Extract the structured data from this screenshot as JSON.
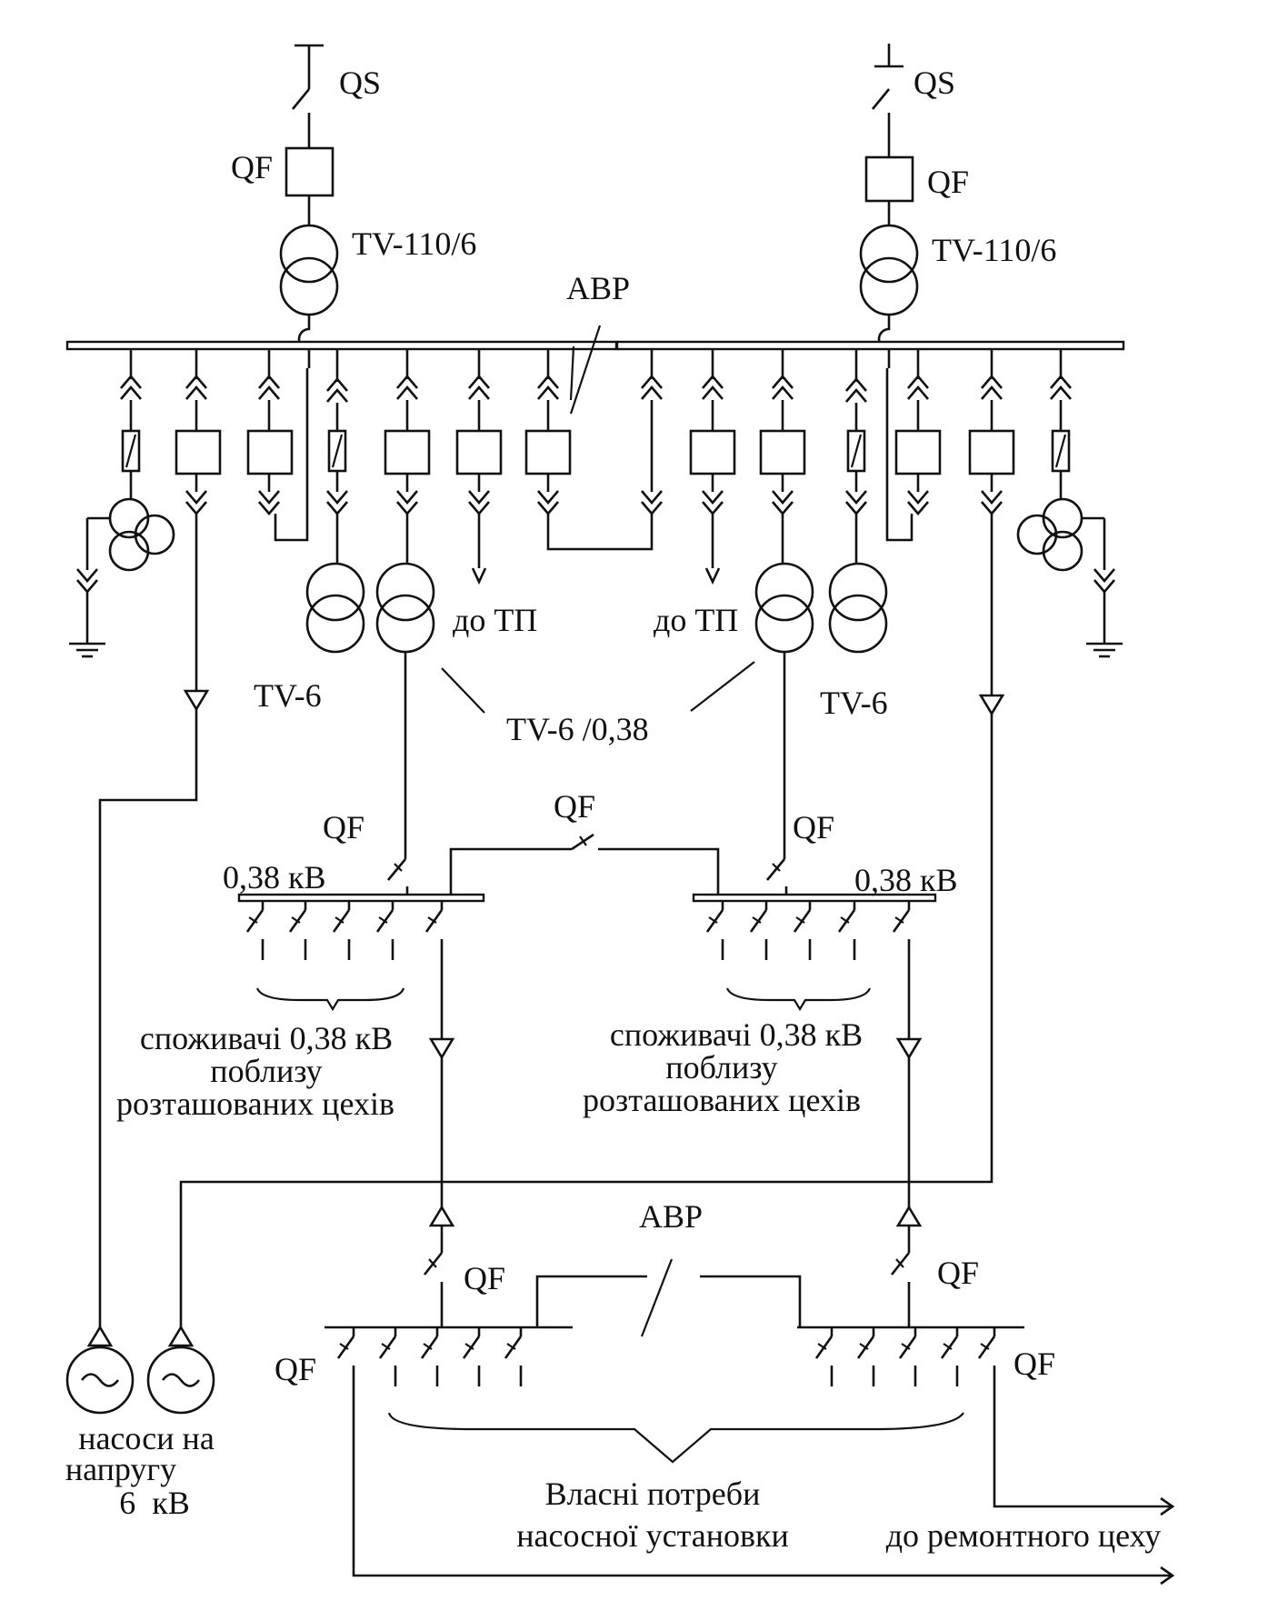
{
  "labels": {
    "qs_left": "QS",
    "qs_right": "QS",
    "qf_main_left": "QF",
    "qf_main_right": "QF",
    "tv110_left": "TV-110/6",
    "tv110_right": "TV-110/6",
    "avr_top": "АВР",
    "to_tp_left": "до ТП",
    "to_tp_right": "до ТП",
    "tv6_left": "TV-6",
    "tv6_right": "TV-6",
    "tv6_038": "TV-6 /0,38",
    "qf_bus_left": "QF",
    "qf_section": "QF",
    "qf_bus_right": "QF",
    "kv038_left": "0,38 кВ",
    "kv038_right": "0,38 кВ",
    "consumers_left": [
      "споживачі 0,38 кВ",
      "поблизу",
      "розташованих цехів"
    ],
    "consumers_right": [
      "споживачі 0,38 кВ",
      "поблизу",
      "розташованих цехів"
    ],
    "avr_bottom": "АВР",
    "qf_low_left": "QF",
    "qf_low_right": "QF",
    "qf_feed_left": "QF",
    "qf_feed_right": "QF",
    "pumps": [
      "насоси на",
      "напругу",
      "6  кВ"
    ],
    "own_needs": [
      "Власні потреби",
      "насосної установки"
    ],
    "repair_shop": "до ремонтного цеху"
  }
}
